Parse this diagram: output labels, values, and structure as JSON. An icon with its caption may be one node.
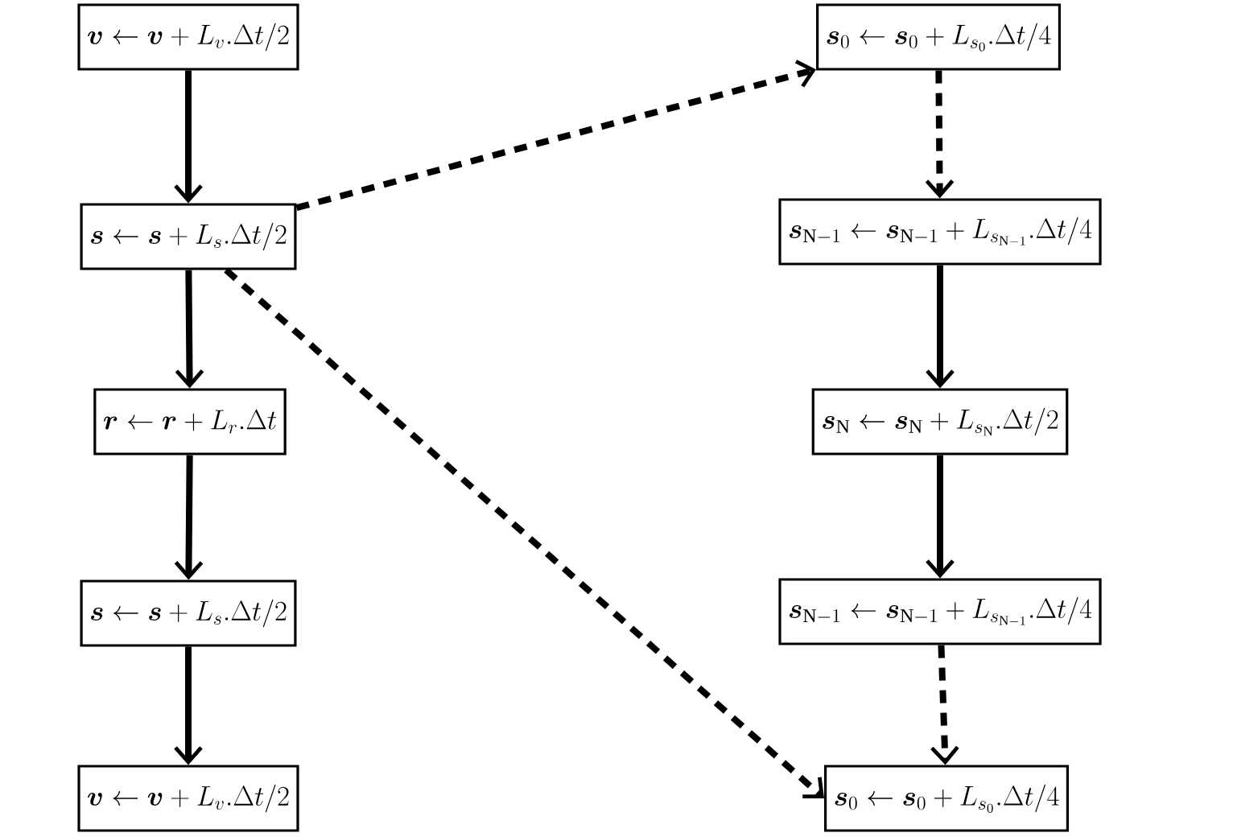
{
  "diagram": {
    "nodes": [
      {
        "text": [
          "\\boldsymbol{v} \\leftarrow \\boldsymbol{v} + L_{v}.\\Delta t/2"
        ]
      },
      {
        "text": [
          "\\boldsymbol{s} \\leftarrow \\boldsymbol{s} + L_{s}.\\Delta t/2"
        ]
      },
      {
        "text": [
          "\\boldsymbol{r} \\leftarrow \\boldsymbol{r} + L_{r}.\\Delta t"
        ]
      },
      {
        "text": [
          "\\boldsymbol{s} \\leftarrow \\boldsymbol{s} + L_{s}.\\Delta t/2"
        ]
      },
      {
        "text": [
          "\\boldsymbol{v} \\leftarrow \\boldsymbol{v} + L_{v}.\\Delta t/2"
        ]
      },
      {
        "text": [
          "\\boldsymbol{s}_{0} \\leftarrow \\boldsymbol{s}_{0} + L_{s_{0}}.\\Delta t/4"
        ]
      },
      {
        "text": [
          "\\boldsymbol{s}_{\\mathrm{N}-1} \\leftarrow \\boldsymbol{s}_{\\mathrm{N}-1} + L_{s_{\\mathrm{N}-1}}.\\Delta t/4"
        ]
      },
      {
        "text": [
          "\\boldsymbol{s}_{\\mathrm{N}} \\leftarrow \\boldsymbol{s}_{\\mathrm{N}} + L_{s_{\\mathrm{N}}}.\\Delta t/2"
        ]
      },
      {
        "text": [
          "\\boldsymbol{s}_{\\mathrm{N}-1} \\leftarrow \\boldsymbol{s}_{\\mathrm{N}-1} + L_{s_{\\mathrm{N}-1}}.\\Delta t/4"
        ]
      },
      {
        "text": [
          "\\boldsymbol{s}_{0} \\leftarrow \\boldsymbol{s}_{0} + L_{s_{0}}.\\Delta t/4"
        ]
      }
    ],
    "edges": [
      {
        "from": 0,
        "to": 1,
        "arrow": "to"
      },
      {
        "from": 1,
        "to": 2,
        "arrow": "to"
      },
      {
        "from": 2,
        "to": 3,
        "arrow": "to"
      },
      {
        "from": 3,
        "to": 4,
        "arrow": "to"
      },
      {
        "from": 1,
        "to": 5,
        "arrow": "to",
        "style": "dashed"
      },
      {
        "from": 1,
        "to": 9,
        "arrow": "to",
        "style": "dashed"
      },
      {
        "from": 5,
        "to": 6,
        "arrow": "to",
        "style": "dashed"
      },
      {
        "from": 6,
        "to": 7,
        "arrow": "to"
      },
      {
        "from": 7,
        "to": 8,
        "arrow": "to"
      },
      {
        "from": 8,
        "to": 9,
        "arrow": "to",
        "style": "dashed"
      }
    ]
  }
}
